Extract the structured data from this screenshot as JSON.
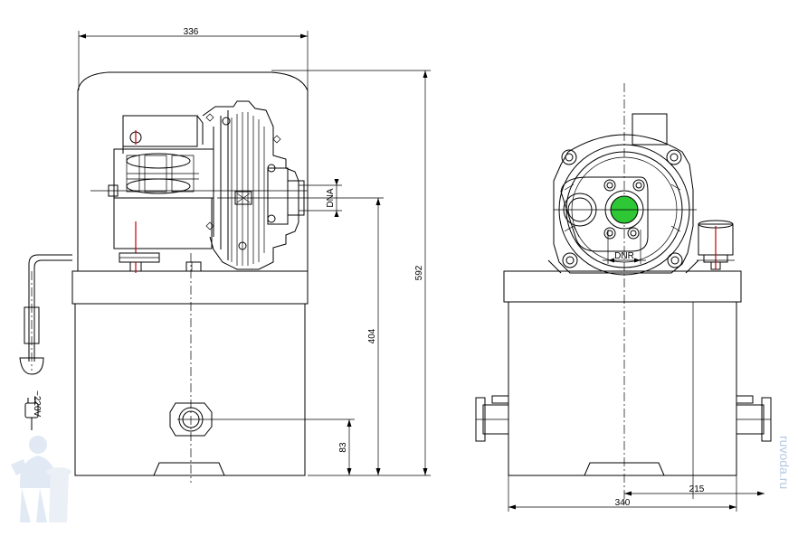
{
  "dimensions": {
    "overall_width_side": "336",
    "overall_height": "592",
    "outlet_height": "404",
    "inlet_height": "83",
    "outlet_dn": "DNA",
    "inlet_dn": "DNR",
    "front_width": "340",
    "front_offset": "215"
  },
  "plug_label": "~220V",
  "watermark": "ruvoda.ru",
  "colors": {
    "line": "#000000",
    "inlet_highlight": "#2ec735",
    "accent_red": "#c00000",
    "watermark": "#b5c9e3"
  },
  "icons": [
    "plumber-mascot-icon",
    "power-plug-icon"
  ]
}
